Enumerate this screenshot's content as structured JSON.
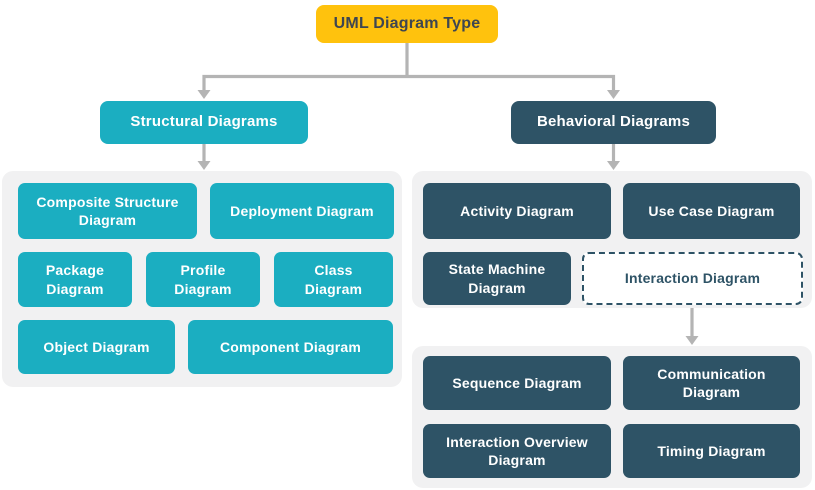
{
  "colors": {
    "yellow": "#FFC20D",
    "teal": "#1BAEC1",
    "dark": "#2E5366",
    "group_bg": "#F1F1F2",
    "connector": "#B4B4B4",
    "root_text": "#3E4651"
  },
  "nodes": {
    "root": "UML Diagram Type",
    "structural": "Structural Diagrams",
    "behavioral": "Behavioral Diagrams",
    "structural_children": [
      "Composite Structure Diagram",
      "Deployment Diagram",
      "Package Diagram",
      "Profile Diagram",
      "Class Diagram",
      "Object Diagram",
      "Component Diagram"
    ],
    "behavioral_children": [
      "Activity Diagram",
      "Use Case Diagram",
      "State Machine Diagram",
      "Interaction Diagram"
    ],
    "interaction_children": [
      "Sequence Diagram",
      "Communication Diagram",
      "Interaction Overview Diagram",
      "Timing Diagram"
    ]
  }
}
